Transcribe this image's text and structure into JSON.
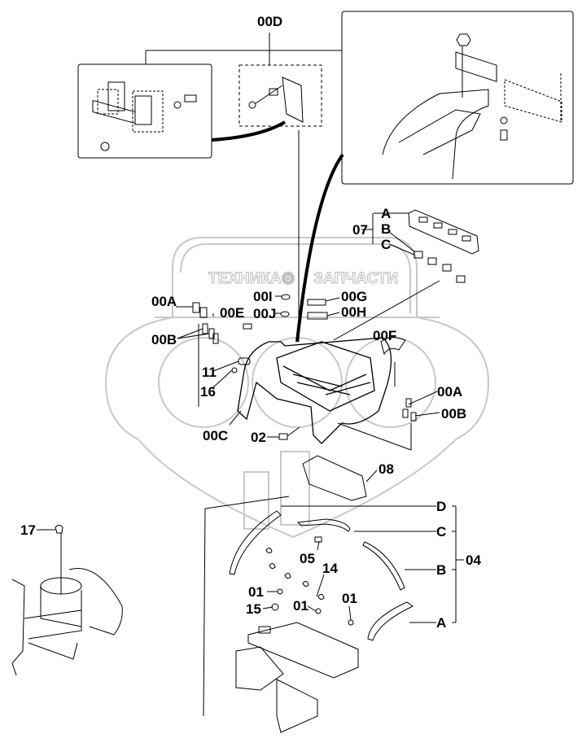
{
  "diagram": {
    "type": "exploded parts diagram",
    "colors": {
      "line": "#000000",
      "watermark": "#bbbbbb",
      "background": "#ffffff"
    },
    "watermark": {
      "left_text": "ТЕХНИКА",
      "right_text": "ЗАПЧАСТИ",
      "icon": "gear-icon"
    },
    "labels": {
      "l00D": "00D",
      "l07": "07",
      "l07A": "A",
      "l07B": "B",
      "l07C": "C",
      "l00A_1": "00A",
      "l00E": "00E",
      "l00I": "00I",
      "l00J": "00J",
      "l00G": "00G",
      "l00H": "00H",
      "l00B_1": "00B",
      "l00F": "00F",
      "l11": "11",
      "l16": "16",
      "l00C": "00C",
      "l02": "02",
      "l00A_2": "00A",
      "l00B_2": "00B",
      "l08": "08",
      "l17": "17",
      "l04": "04",
      "l04D": "D",
      "l04C": "C",
      "l04B": "B",
      "l04A": "A",
      "l05": "05",
      "l14": "14",
      "l01_1": "01",
      "l01_2": "01",
      "l01_3": "01",
      "l15": "15"
    }
  }
}
